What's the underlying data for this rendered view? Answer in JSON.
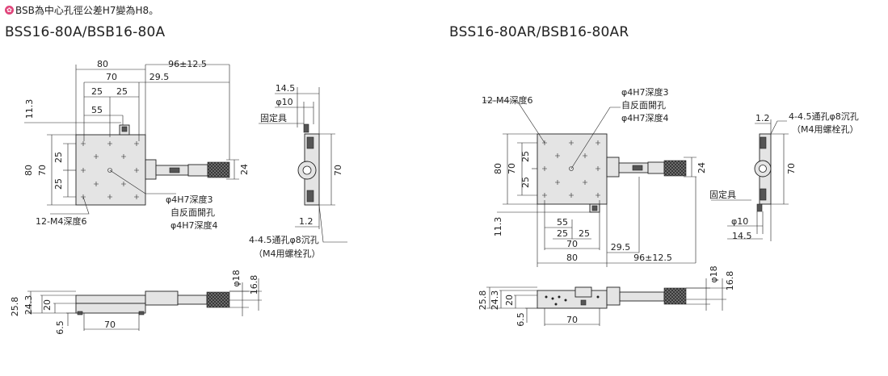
{
  "note": {
    "icon": "flower-icon",
    "text": "BSB為中心孔徑公差H7變為H8。"
  },
  "left": {
    "title": "BSS16-80A/BSB16-80A",
    "dims": {
      "d80": "80",
      "d96": "96±12.5",
      "d70": "70",
      "d29": "29.5",
      "d25a": "25",
      "d25b": "25",
      "d55": "55",
      "d113": "11.3",
      "d80v": "80",
      "d70v": "70",
      "d25v1": "25",
      "d25v2": "25",
      "d24": "24",
      "phi4": "φ4H7深度3",
      "rev1": "自反面開孔",
      "rev2": "φ4H7深度4",
      "m4": "12-M4深度6"
    },
    "side": {
      "d145": "14.5",
      "phi10": "φ10",
      "fix": "固定具",
      "d70": "70",
      "d12": "1.2",
      "hole1": "4-4.5通孔φ8沉孔",
      "hole2": "（M4用螺栓孔）"
    },
    "front": {
      "phi18": "φ18",
      "d168": "16.8",
      "d258": "25.8",
      "d243": "24.3",
      "d20": "20",
      "d65": "6.5",
      "d70": "70"
    }
  },
  "right": {
    "title": "BSS16-80AR/BSB16-80AR",
    "dims": {
      "m4": "12-M4深度6",
      "phi4": "φ4H7深度3",
      "rev1": "自反面開孔",
      "rev2": "φ4H7深度4",
      "d80v": "80",
      "d70v": "70",
      "d25v1": "25",
      "d25v2": "25",
      "d24": "24",
      "d113": "11.3",
      "d55": "55",
      "d25a": "25",
      "d25b": "25",
      "d70": "70",
      "d29": "29.5",
      "d80": "80",
      "d96": "96±12.5"
    },
    "side": {
      "d12": "1.2",
      "hole1": "4-4.5通孔φ8沉孔",
      "hole2": "（M4用螺栓孔）",
      "d70": "70",
      "fix": "固定具",
      "phi10": "φ10",
      "d145": "14.5"
    },
    "front": {
      "phi18": "φ18",
      "d168": "16.8",
      "d258": "25.8",
      "d243": "24.3",
      "d20": "20",
      "d65": "6.5",
      "d70": "70"
    }
  }
}
